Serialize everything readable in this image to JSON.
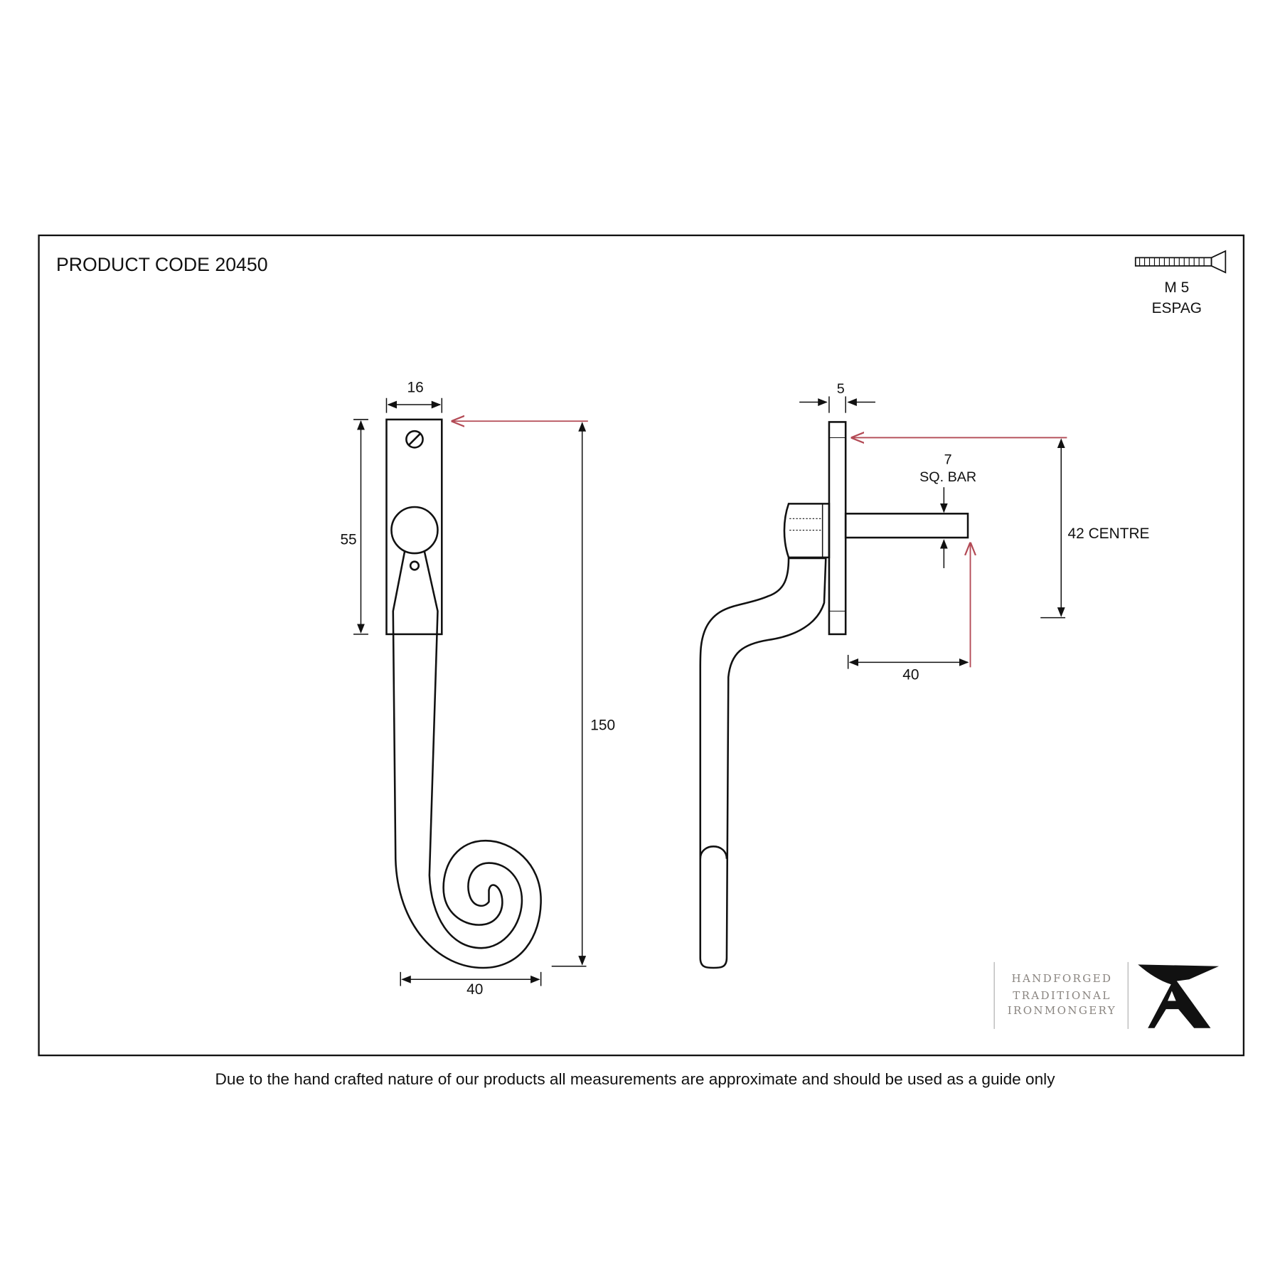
{
  "header": {
    "product_code": "PRODUCT CODE 20450"
  },
  "fixing": {
    "line1": "M 5",
    "line2": "ESPAG"
  },
  "front_view": {
    "width_label": "16",
    "plate_height_label": "55",
    "overall_height_label": "150",
    "spiral_width_label": "40"
  },
  "side_view": {
    "plate_thickness_label": "5",
    "bar_size_line1": "7",
    "bar_size_line2": "SQ. BAR",
    "centre_label": "42 CENTRE",
    "projection_label": "40"
  },
  "logo": {
    "line1": "HANDFORGED",
    "line2": "TRADITIONAL",
    "line3": "IRONMONGERY"
  },
  "footer": {
    "disclaimer": "Due to the hand crafted nature of our products all measurements are approximate and should be used as a guide only"
  },
  "colors": {
    "reference_line": "#b34a55",
    "ink": "#111111"
  }
}
